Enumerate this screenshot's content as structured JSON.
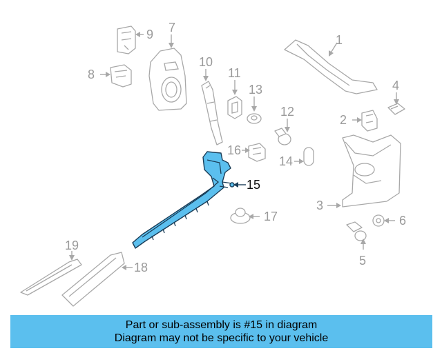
{
  "callouts": {
    "n1": "1",
    "n2": "2",
    "n3": "3",
    "n4": "4",
    "n5": "5",
    "n6": "6",
    "n7": "7",
    "n8": "8",
    "n9": "9",
    "n10": "10",
    "n11": "11",
    "n12": "12",
    "n13": "13",
    "n14": "14",
    "n15": "15",
    "n16": "16",
    "n17": "17",
    "n18": "18",
    "n19": "19"
  },
  "highlighted_part": "15",
  "colors": {
    "highlight_fill": "#5bbfee",
    "highlight_stroke": "#1b3d57",
    "banner": "#5bbfee",
    "linework": "#a8a8a8"
  },
  "banner": {
    "line1": "Part or sub-assembly is #15 in diagram",
    "line2": "Diagram may not be specific to your vehicle"
  }
}
